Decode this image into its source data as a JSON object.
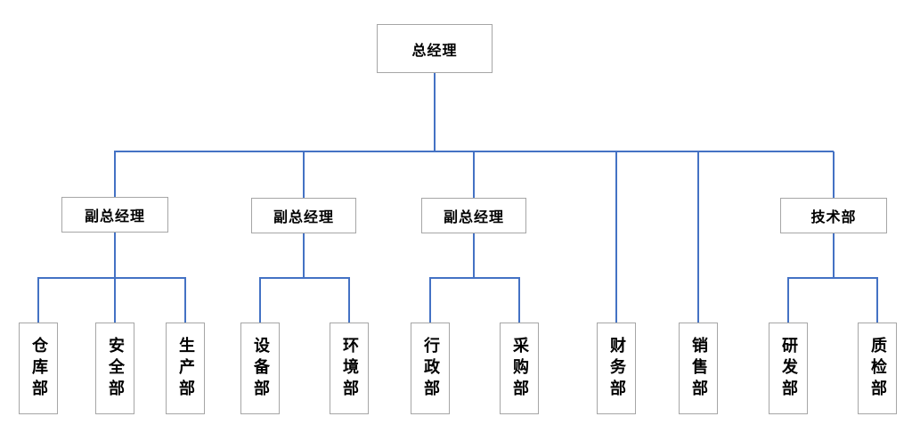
{
  "diagram": {
    "type": "org-chart",
    "colors": {
      "connector": "#4472c4",
      "box_border": "#a6a6a6",
      "text": "#000000",
      "background": "#ffffff"
    },
    "org": {
      "root": {
        "id": "gm",
        "label": "总经理"
      },
      "level2": [
        {
          "id": "vp1",
          "label": "副总经理",
          "reports_to": "gm"
        },
        {
          "id": "vp2",
          "label": "副总经理",
          "reports_to": "gm"
        },
        {
          "id": "vp3",
          "label": "副总经理",
          "reports_to": "gm"
        },
        {
          "id": "tech",
          "label": "技术部",
          "reports_to": "gm"
        }
      ],
      "level3": [
        {
          "id": "warehouse",
          "label": "仓库部",
          "reports_to": "vp1"
        },
        {
          "id": "safety",
          "label": "安全部",
          "reports_to": "vp1"
        },
        {
          "id": "production",
          "label": "生产部",
          "reports_to": "vp1"
        },
        {
          "id": "equipment",
          "label": "设备部",
          "reports_to": "vp2"
        },
        {
          "id": "environment",
          "label": "环境部",
          "reports_to": "vp2"
        },
        {
          "id": "admin",
          "label": "行政部",
          "reports_to": "vp3"
        },
        {
          "id": "procurement",
          "label": "采购部",
          "reports_to": "vp3"
        },
        {
          "id": "finance",
          "label": "财务部",
          "reports_to": "gm"
        },
        {
          "id": "sales",
          "label": "销售部",
          "reports_to": "gm"
        },
        {
          "id": "rnd",
          "label": "研发部",
          "reports_to": "tech"
        },
        {
          "id": "qc",
          "label": "质检部",
          "reports_to": "tech"
        }
      ]
    }
  }
}
